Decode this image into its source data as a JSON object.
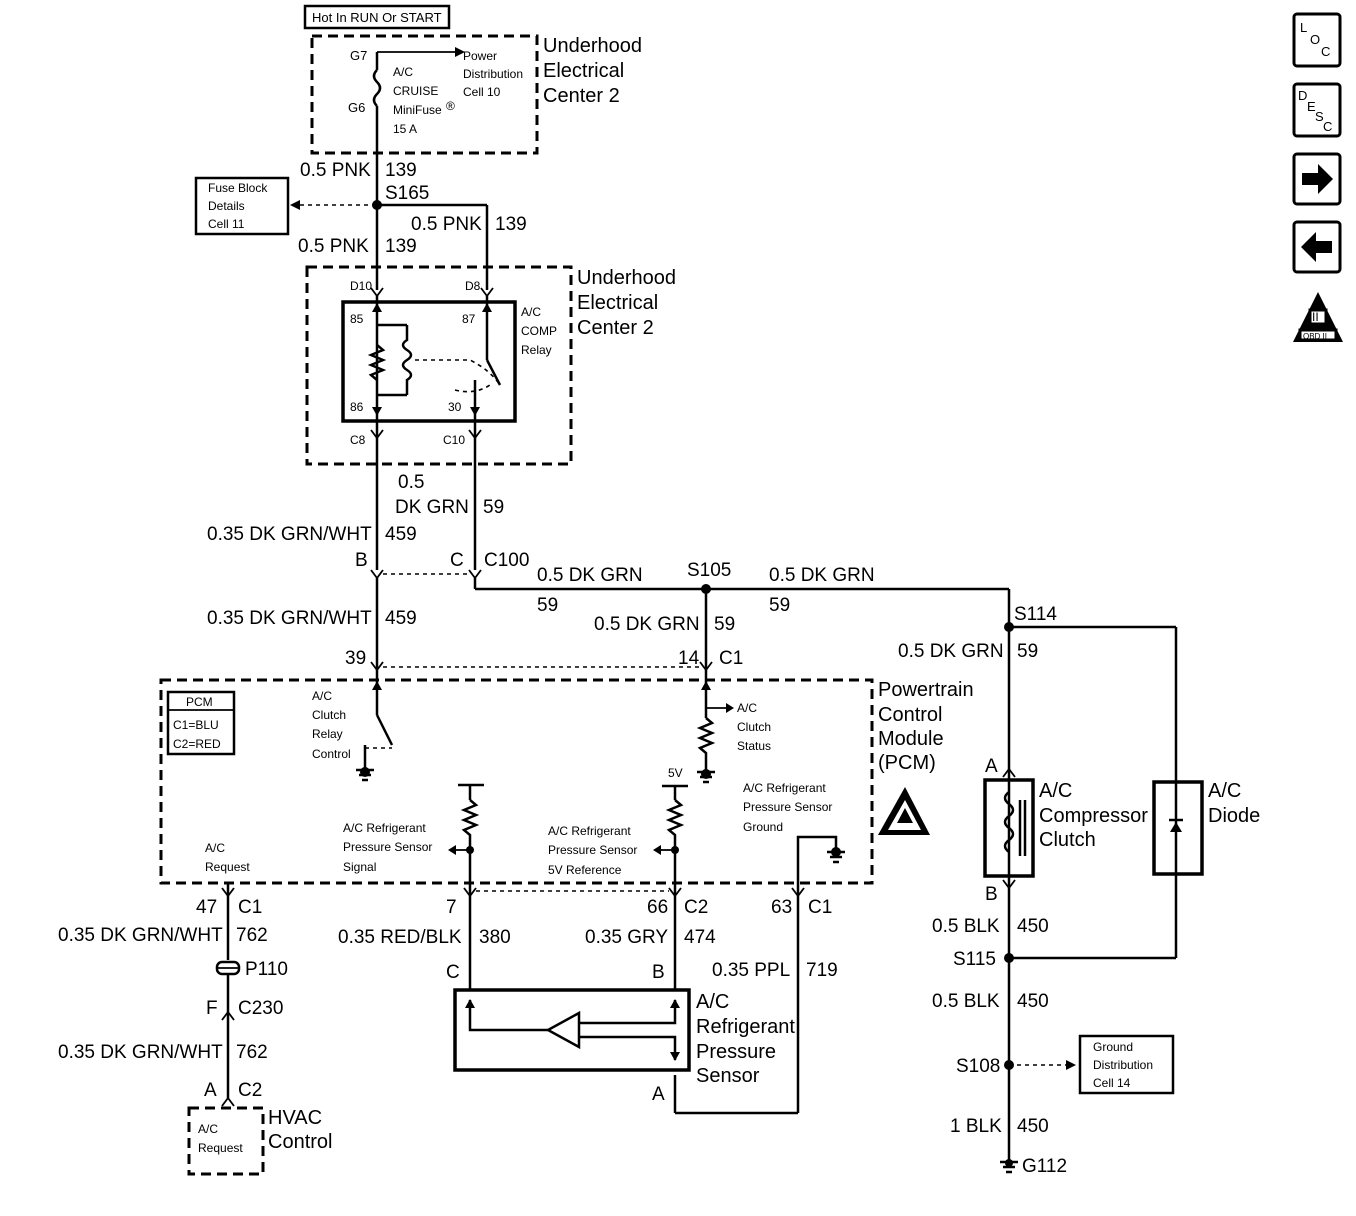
{
  "header": {
    "hot_label": "Hot In RUN Or START"
  },
  "components": {
    "uec_top": [
      "Underhood",
      "Electrical",
      "Center 2"
    ],
    "uec_relay": [
      "Underhood",
      "Electrical",
      "Center 2"
    ],
    "pcm": [
      "Powertrain",
      "Control",
      "Module",
      "(PCM)"
    ],
    "compressor_clutch": [
      "A/C",
      "Compressor",
      "Clutch"
    ],
    "diode": [
      "A/C",
      "Diode"
    ],
    "pressure_sensor": [
      "A/C",
      "Refrigerant",
      "Pressure",
      "Sensor"
    ],
    "hvac_control": [
      "HVAC",
      "Control"
    ]
  },
  "fuse": {
    "top_pin": "G7",
    "bottom_pin": "G6",
    "lines": [
      "A/C",
      "CRUISE",
      "MiniFuse",
      "15 A"
    ],
    "registered": "®"
  },
  "refs": {
    "power_distribution": [
      "Power",
      "Distribution",
      "Cell 10"
    ],
    "fuse_block": [
      "Fuse Block",
      "Details",
      "Cell 11"
    ],
    "ground_distribution": [
      "Ground",
      "Distribution",
      "Cell 14"
    ]
  },
  "relay": {
    "name": [
      "A/C",
      "COMP",
      "Relay"
    ],
    "pins": {
      "p85": "85",
      "p86": "86",
      "p87": "87",
      "p30": "30"
    },
    "connectors": {
      "d10": "D10",
      "d8": "D8",
      "c8": "C8",
      "c10": "C10"
    }
  },
  "wires": {
    "pnk_a": {
      "gauge": "0.5 PNK",
      "circuit": "139"
    },
    "pnk_b": {
      "gauge": "0.5 PNK",
      "circuit": "139"
    },
    "pnk_c": {
      "gauge": "0.5 PNK",
      "circuit": "139"
    },
    "dkgrn_relay": {
      "gauge_top": "0.5",
      "gauge_bottom": "DK GRN",
      "circuit": "59"
    },
    "grnwht_a": {
      "gauge": "0.35 DK GRN/WHT",
      "circuit": "459"
    },
    "grnwht_b": {
      "gauge": "0.35 DK GRN/WHT",
      "circuit": "459"
    },
    "dkgrn_c100": {
      "gauge": "0.5 DK GRN",
      "circuit": "59"
    },
    "dkgrn_s105_down": {
      "gauge": "0.5 DK GRN",
      "circuit": "59"
    },
    "dkgrn_s105_right": {
      "gauge": "0.5 DK GRN",
      "circuit": "59"
    },
    "dkgrn_s114": {
      "gauge": "0.5 DK GRN",
      "circuit": "59"
    },
    "grnwht_c": {
      "gauge": "0.35 DK GRN/WHT",
      "circuit": "762"
    },
    "grnwht_d": {
      "gauge": "0.35 DK GRN/WHT",
      "circuit": "762"
    },
    "redblk": {
      "gauge": "0.35 RED/BLK",
      "circuit": "380"
    },
    "gry": {
      "gauge": "0.35 GRY",
      "circuit": "474"
    },
    "ppl": {
      "gauge": "0.35 PPL",
      "circuit": "719"
    },
    "blk_a": {
      "gauge": "0.5 BLK",
      "circuit": "450"
    },
    "blk_b": {
      "gauge": "0.5 BLK",
      "circuit": "450"
    },
    "blk_c": {
      "gauge": "1 BLK",
      "circuit": "450"
    }
  },
  "splices": {
    "s165": "S165",
    "s105": "S105",
    "s114": "S114",
    "s115": "S115",
    "s108": "S108"
  },
  "connectors": {
    "c100_b": "B",
    "c100_c": "C",
    "c100": "C100",
    "pcm_39": "39",
    "pcm_14": "14",
    "pcm_c1_top": "C1",
    "pcm_47": "47",
    "pcm_c1_left": "C1",
    "pcm_7": "7",
    "pcm_66": "66",
    "pcm_c2": "C2",
    "pcm_63": "63",
    "pcm_c1_right": "C1",
    "p110": "P110",
    "c230_f": "F",
    "c230": "C230",
    "hvac_a": "A",
    "hvac_c2": "C2",
    "sensor_c": "C",
    "sensor_b": "B",
    "sensor_a": "A",
    "clutch_a": "A",
    "clutch_b": "B",
    "g112": "G112"
  },
  "pcm": {
    "box_title": "PCM",
    "box_lines": [
      "C1=BLU",
      "C2=RED"
    ],
    "clutch_relay_control": [
      "A/C",
      "Clutch",
      "Relay",
      "Control"
    ],
    "clutch_status": [
      "A/C",
      "Clutch",
      "Status"
    ],
    "request": [
      "A/C",
      "Request"
    ],
    "sensor_signal": [
      "A/C Refrigerant",
      "Pressure Sensor",
      "Signal"
    ],
    "sensor_5v": [
      "A/C Refrigerant",
      "Pressure Sensor",
      "5V Reference"
    ],
    "sensor_ground": [
      "A/C Refrigerant",
      "Pressure Sensor",
      "Ground"
    ],
    "five_v": "5V"
  },
  "hvac": {
    "request": [
      "A/C",
      "Request"
    ]
  },
  "nav": {
    "loc": {
      "a": "L",
      "b": "O",
      "c": "C"
    },
    "desc": {
      "a": "D",
      "b": "E",
      "c": "S",
      "d": "C"
    },
    "next": "➔",
    "prev": "⬅",
    "obd": "OBD II",
    "obd_roman": "II"
  }
}
